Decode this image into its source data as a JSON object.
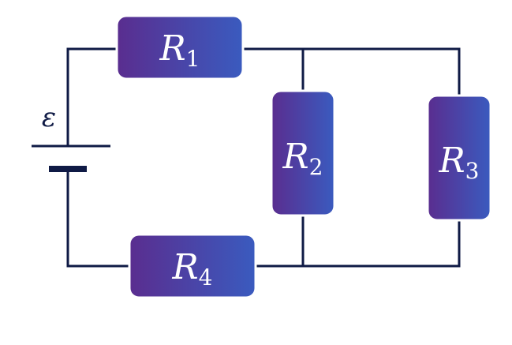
{
  "colors": {
    "wire": "#0f1a45",
    "resistor_gradient_start": "#5a2d8f",
    "resistor_gradient_end": "#3a5bbf",
    "resistor_border": "#ffffff",
    "label": "#ffffff"
  },
  "battery": {
    "label": "ε"
  },
  "resistors": [
    {
      "id": "r1",
      "symbol": "R",
      "subscript": "1"
    },
    {
      "id": "r2",
      "symbol": "R",
      "subscript": "2"
    },
    {
      "id": "r3",
      "symbol": "R",
      "subscript": "3"
    },
    {
      "id": "r4",
      "symbol": "R",
      "subscript": "4"
    }
  ]
}
